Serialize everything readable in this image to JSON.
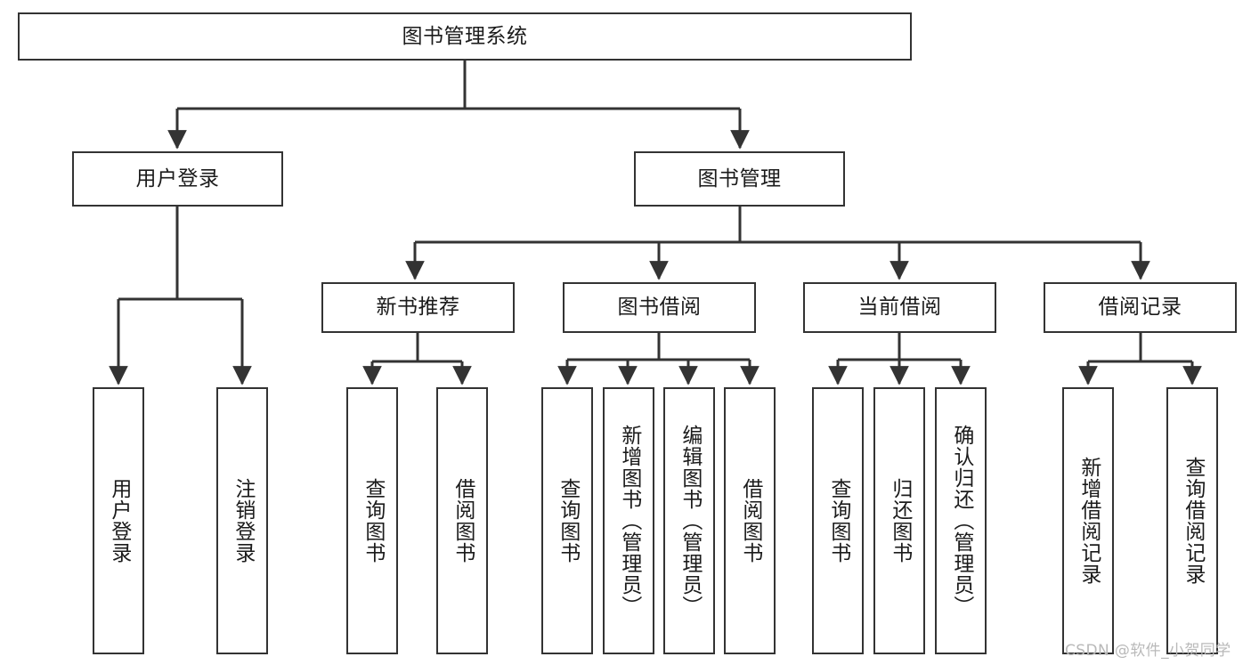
{
  "diagram": {
    "type": "hierarchy-tree",
    "title": "图书管理系统",
    "background_color": "#ffffff",
    "line_color": "#333333",
    "box_border_color": "#333333",
    "box_fill_color": "#ffffff",
    "text_color": "#1b1b1b"
  },
  "nodes": {
    "root": {
      "label": "图书管理系统",
      "level": 1,
      "orientation": "horizontal"
    },
    "level2": [
      {
        "id": "user-login",
        "label": "用户登录",
        "level": 2,
        "orientation": "horizontal"
      },
      {
        "id": "book-manage",
        "label": "图书管理",
        "level": 2,
        "orientation": "horizontal"
      }
    ],
    "level3": [
      {
        "id": "new-book-recommend",
        "label": "新书推荐",
        "level": 3,
        "orientation": "horizontal"
      },
      {
        "id": "book-borrow",
        "label": "图书借阅",
        "level": 3,
        "orientation": "horizontal"
      },
      {
        "id": "current-borrow",
        "label": "当前借阅",
        "level": 3,
        "orientation": "horizontal"
      },
      {
        "id": "borrow-record",
        "label": "借阅记录",
        "level": 3,
        "orientation": "horizontal"
      }
    ],
    "leaves": {
      "under_user_login": [
        {
          "id": "leaf-user-login",
          "label": "用户登录"
        },
        {
          "id": "leaf-logout-login",
          "label": "注销登录"
        }
      ],
      "under_new_book_recommend": [
        {
          "id": "leaf-query-book-1",
          "label": "查询图书"
        },
        {
          "id": "leaf-borrow-book-1",
          "label": "借阅图书"
        }
      ],
      "under_book_borrow": [
        {
          "id": "leaf-query-book-2",
          "label": "查询图书"
        },
        {
          "id": "leaf-add-book",
          "label": "新增图书（管理员）"
        },
        {
          "id": "leaf-edit-book",
          "label": "编辑图书（管理员）"
        },
        {
          "id": "leaf-borrow-book-2",
          "label": "借阅图书"
        }
      ],
      "under_current_borrow": [
        {
          "id": "leaf-query-book-3",
          "label": "查询图书"
        },
        {
          "id": "leaf-return-book",
          "label": "归还图书"
        },
        {
          "id": "leaf-confirm-return",
          "label": "确认归还（管理员）"
        }
      ],
      "under_borrow_record": [
        {
          "id": "leaf-add-record",
          "label": "新增借阅记录"
        },
        {
          "id": "leaf-query-record",
          "label": "查询借阅记录"
        }
      ]
    }
  },
  "watermark": {
    "text": "CSDN @软件_小贺同学"
  }
}
